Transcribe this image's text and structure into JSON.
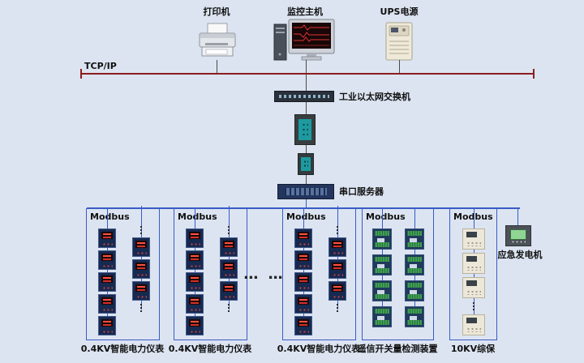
{
  "diagram": {
    "tcpip_label": "TCP/IP",
    "ethernet_switch_label": "工业以太网交换机",
    "serial_server_label": "串口服务器",
    "horizontal_ellipsis": "… …",
    "top_devices": [
      {
        "label": "打印机"
      },
      {
        "label": "监控主机"
      },
      {
        "label": "UPS电源"
      }
    ],
    "generator": {
      "label": "应急发电机"
    },
    "branches": [
      {
        "bus_label": "Modbus",
        "bottom_label": "0.4KV智能电力仪表",
        "device": "meter",
        "icon": "power-meter-icon",
        "columns": [
          {
            "items": [
              "dev",
              "dev",
              "dev",
              "dev",
              "dev"
            ]
          },
          {
            "items": [
              "dots",
              "dev",
              "dev",
              "dev",
              "dots"
            ]
          }
        ]
      },
      {
        "bus_label": "Modbus",
        "bottom_label": "0.4KV智能电力仪表",
        "device": "meter",
        "icon": "power-meter-icon",
        "columns": [
          {
            "items": [
              "dev",
              "dev",
              "dev",
              "dev",
              "dev"
            ]
          },
          {
            "items": [
              "dots",
              "dev",
              "dev",
              "dev",
              "dots"
            ]
          }
        ]
      },
      {
        "bus_label": "Modbus",
        "bottom_label": "0.4KV智能电力仪表",
        "device": "meter",
        "icon": "power-meter-icon",
        "columns": [
          {
            "items": [
              "dev",
              "dev",
              "dev",
              "dev",
              "dev"
            ]
          },
          {
            "items": [
              "dots",
              "dev",
              "dev",
              "dev",
              "dots"
            ]
          }
        ]
      },
      {
        "bus_label": "Modbus",
        "bottom_label": "遥信开关量检测装置",
        "device": "io",
        "icon": "io-module-icon",
        "columns": [
          {
            "items": [
              "dev",
              "dev",
              "dev",
              "dev"
            ]
          },
          {
            "items": [
              "dev",
              "dev",
              "dev",
              "dev"
            ]
          }
        ]
      },
      {
        "bus_label": "Modbus",
        "bottom_label": "10KV综保",
        "device": "relay",
        "icon": "protection-relay-icon",
        "columns": [
          {
            "items": [
              "dev",
              "dev",
              "dev",
              "dots",
              "dev"
            ]
          }
        ]
      }
    ],
    "colors": {
      "tcpip_bus": "#8b1d1d",
      "modbus_bus": "#3a5bc7",
      "background": "#dce4f1"
    }
  }
}
